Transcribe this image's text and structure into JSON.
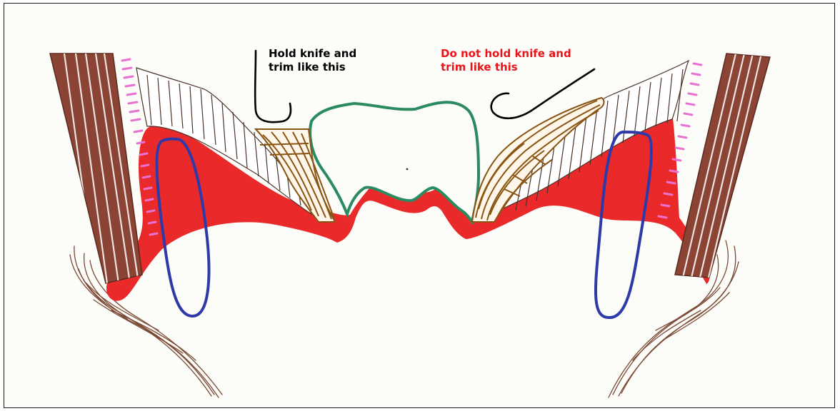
{
  "captions": {
    "correct": {
      "line1": "Hold knife and",
      "line2": "trim like this",
      "color": "#000000"
    },
    "incorrect": {
      "line1": "Do not hold knife and",
      "line2": "trim like this",
      "color": "#e8161b"
    }
  },
  "colors": {
    "bone_cortex": "#ea2a2a",
    "tooth_outline": "#2c8a60",
    "root_canal_outline": "#2f3aa8",
    "muscle": "#8b4334",
    "periosteum_dashes": "#e871d2",
    "trimmed_tissue": "#8a5412",
    "hair": "#7b4a35",
    "hatch_lines": "#4a3328",
    "knife_line": "#000000"
  }
}
